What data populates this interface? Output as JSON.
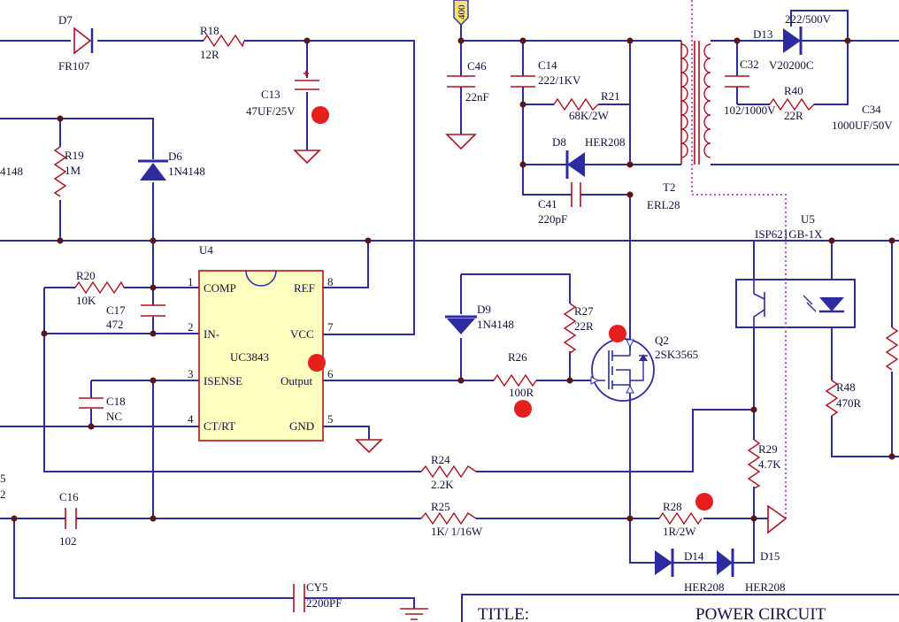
{
  "components": {
    "d7": {
      "ref": "D7",
      "value": "FR107"
    },
    "r18": {
      "ref": "R18",
      "value": "12R"
    },
    "c13": {
      "ref": "C13",
      "value": "47UF/25V"
    },
    "r19": {
      "ref": "R19",
      "value": "1M"
    },
    "d6": {
      "ref": "D6",
      "value": "1N4148"
    },
    "left_partial": "4148",
    "r20": {
      "ref": "R20",
      "value": "10K"
    },
    "c17": {
      "ref": "C17",
      "value": "472"
    },
    "c18": {
      "ref": "C18",
      "value": "NC"
    },
    "u4": {
      "ref": "U4",
      "value": "UC3843",
      "pins": [
        {
          "num": "1",
          "name": "COMP"
        },
        {
          "num": "2",
          "name": "IN-"
        },
        {
          "num": "3",
          "name": "ISENSE"
        },
        {
          "num": "4",
          "name": "CT/RT"
        },
        {
          "num": "8",
          "name": "REF"
        },
        {
          "num": "7",
          "name": "VCC"
        },
        {
          "num": "6",
          "name": "Output"
        },
        {
          "num": "5",
          "name": "GND"
        }
      ]
    },
    "c46": {
      "ref": "C46",
      "value": "22nF"
    },
    "c14": {
      "ref": "C14",
      "value": "222/1KV"
    },
    "r21": {
      "ref": "R21",
      "value": "68K/2W"
    },
    "d8": {
      "ref": "D8",
      "value": "HER208"
    },
    "c41": {
      "ref": "C41",
      "value": "220pF"
    },
    "t2": {
      "ref": "T2",
      "value": "ERL28"
    },
    "c32": {
      "ref": "C32",
      "value": "102/1000V"
    },
    "d13": {
      "ref": "D13",
      "value": "V20200C"
    },
    "cap_top": "222/500V",
    "r40": {
      "ref": "R40",
      "value": "22R"
    },
    "c34": {
      "ref": "C34",
      "value": "1000UF/50V"
    },
    "u5": {
      "ref": "U5",
      "value": "ISP621GB-1X"
    },
    "d9": {
      "ref": "D9",
      "value": "1N4148"
    },
    "r27": {
      "ref": "R27",
      "value": "22R"
    },
    "r26": {
      "ref": "R26",
      "value": "100R"
    },
    "q2": {
      "ref": "Q2",
      "value": "2SK3565"
    },
    "r48": {
      "ref": "R48",
      "value": "470R"
    },
    "r29": {
      "ref": "R29",
      "value": "4.7K"
    },
    "r24": {
      "ref": "R24",
      "value": "2.2K"
    },
    "r25": {
      "ref": "R25",
      "value": "1K/ 1/16W"
    },
    "c16": {
      "ref": "C16",
      "value": "102"
    },
    "r28": {
      "ref": "R28",
      "value": "1R/2W"
    },
    "d14": {
      "ref": "D14",
      "value": "HER208"
    },
    "d15": {
      "ref": "D15",
      "value": "HER208"
    },
    "cy5": {
      "ref": "CY5",
      "value": "2200PF"
    }
  },
  "left_edge": {
    "top": "5",
    "bottom": "2"
  },
  "net_flag": "400",
  "title_block": {
    "label": "TITLE:",
    "value": "POWER CIRCUIT"
  },
  "colors": {
    "wire": "#2c2ca0",
    "part": "#b01020",
    "chip_fill": "#ffffc0",
    "marker": "#e61e1e"
  }
}
